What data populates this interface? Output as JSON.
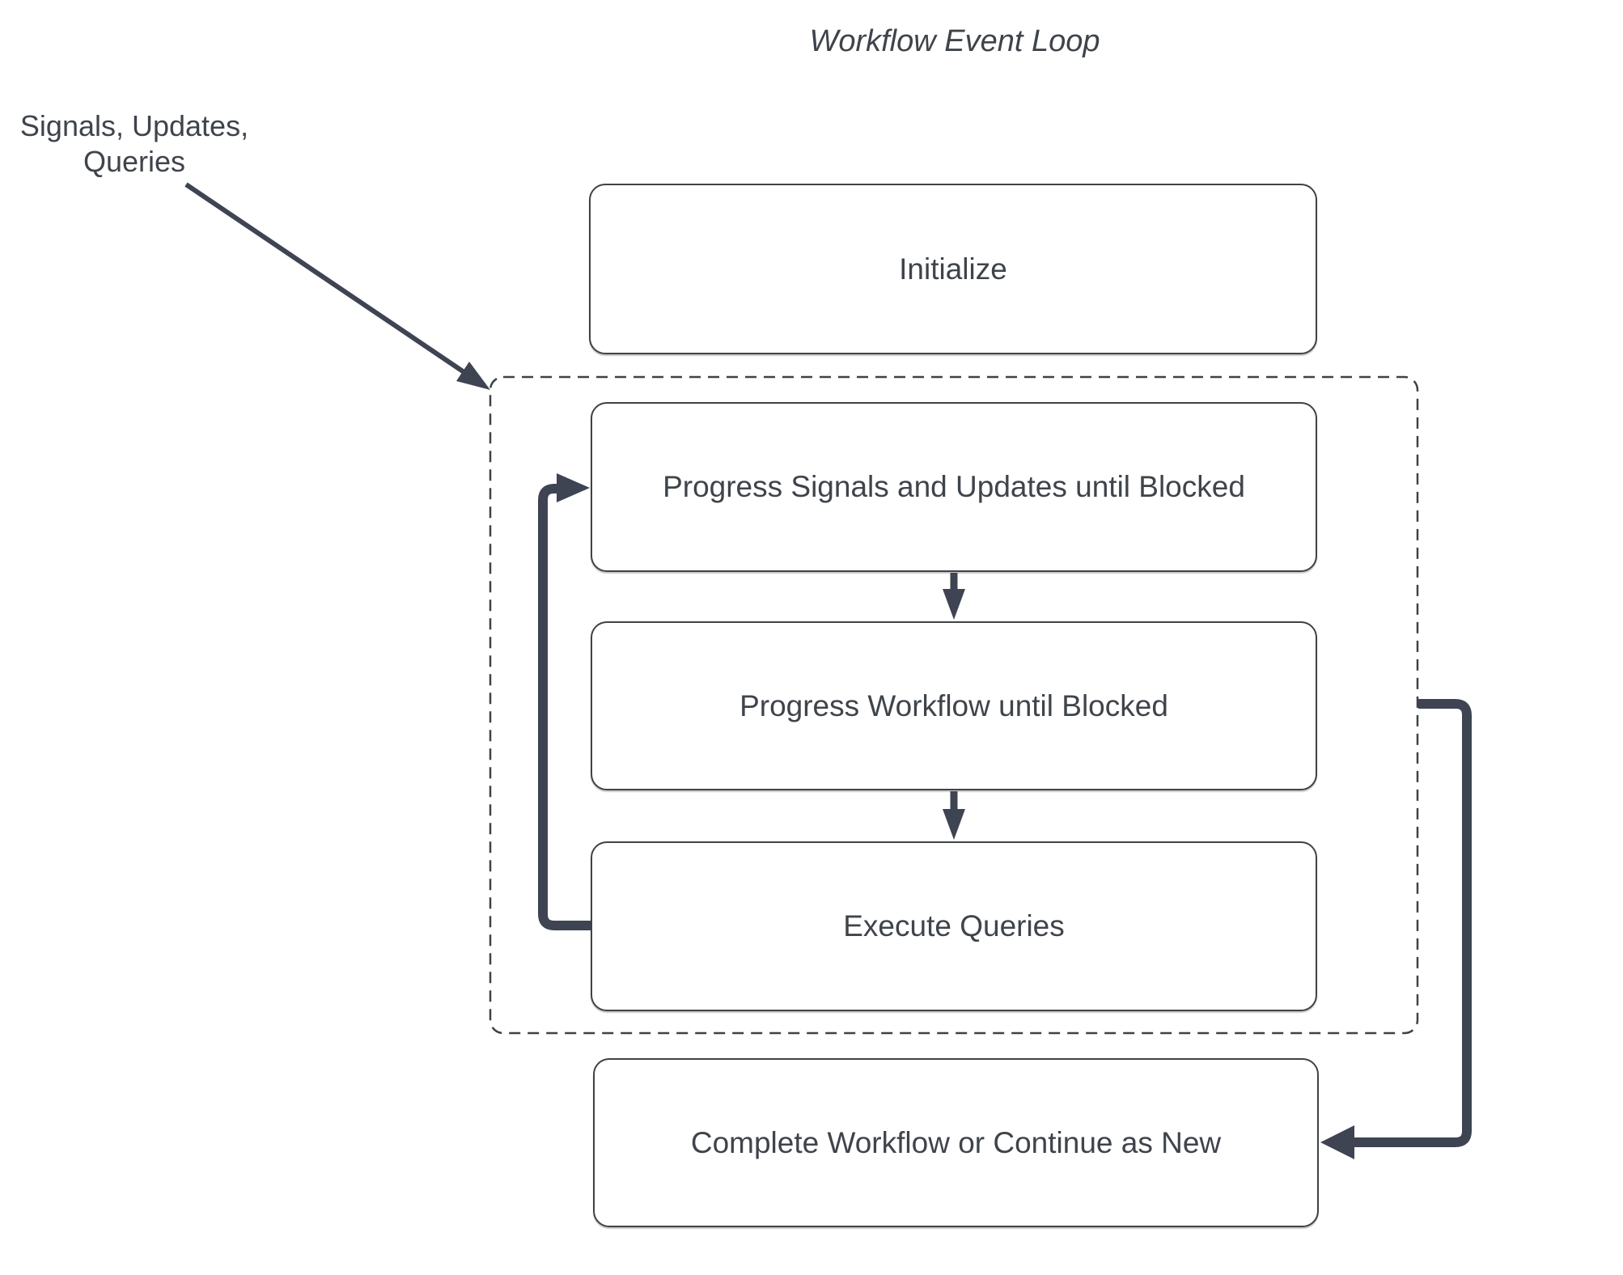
{
  "diagram": {
    "title": "Workflow Event Loop",
    "annotation": {
      "line1": "Signals, Updates,",
      "line2": "Queries"
    },
    "nodes": {
      "initialize": {
        "label": "Initialize"
      },
      "progress_signals": {
        "label": "Progress Signals and Updates until Blocked"
      },
      "progress_workflow": {
        "label": "Progress Workflow until Blocked"
      },
      "execute_queries": {
        "label": "Execute Queries"
      },
      "complete": {
        "label": "Complete Workflow or Continue as New"
      }
    },
    "edges": [
      {
        "from": "signals-updates-queries-annotation",
        "to": "event-loop-group",
        "style": "thin-diagonal-arrow"
      },
      {
        "from": "progress_signals",
        "to": "progress_workflow",
        "style": "arrow-down"
      },
      {
        "from": "progress_workflow",
        "to": "execute_queries",
        "style": "arrow-down"
      },
      {
        "from": "execute_queries",
        "to": "progress_signals",
        "style": "thick-loop-left"
      },
      {
        "from": "event-loop-group",
        "to": "complete",
        "style": "thick-elbow-right"
      }
    ],
    "colors": {
      "arrow": "#3e4452",
      "border": "#3f4246",
      "text": "#3f444b",
      "background": "#ffffff"
    }
  }
}
